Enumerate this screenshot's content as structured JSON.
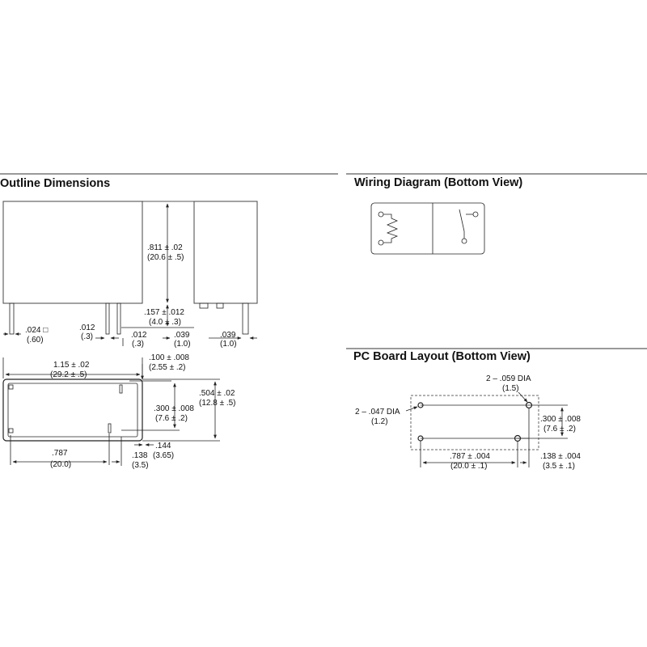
{
  "sections": {
    "outline": "Outline Dimensions",
    "wiring": "Wiring Diagram (Bottom View)",
    "pcb": "PC Board Layout (Bottom View)"
  },
  "outline_dims": {
    "height": [
      ".811 ± .02",
      "(20.6 ± .5)"
    ],
    "pin_length": [
      ".157 ± .012",
      "(4.0 ± .3)"
    ],
    "pin_square": [
      ".024 □",
      "(.60)"
    ],
    "pin_thick_a": [
      ".012",
      "(.3)"
    ],
    "pin_thick_b": [
      ".012",
      "(.3)"
    ],
    "pin_width": [
      ".039",
      "(1.0)"
    ],
    "side_pin_width": [
      ".039",
      "(1.0)"
    ],
    "length": [
      "1.15 ± .02",
      "(29.2 ± .5)"
    ],
    "offset_top": [
      ".100 ± .008",
      "(2.55 ± .2)"
    ],
    "pin_pitch_v": [
      ".300 ± .008",
      "(7.6 ± .2)"
    ],
    "width": [
      ".504 ± .02",
      "(12.8 ± .5)"
    ],
    "pin_pitch_h": [
      ".787",
      "(20.0)"
    ],
    "end_offset": [
      ".144",
      "(3.65)"
    ],
    "pin_end": [
      ".138",
      "(3.5)"
    ]
  },
  "pcb_dims": {
    "large_hole": [
      "2 – .059 DIA",
      "(1.5)"
    ],
    "small_hole": [
      "2 – .047 DIA",
      "(1.2)"
    ],
    "pitch_v": [
      ".300 ± .008",
      "(7.6 ± .2)"
    ],
    "pitch_h": [
      ".787 ± .004",
      "(20.0 ± .1)"
    ],
    "end": [
      ".138 ± .004",
      "(3.5 ± .1)"
    ]
  }
}
